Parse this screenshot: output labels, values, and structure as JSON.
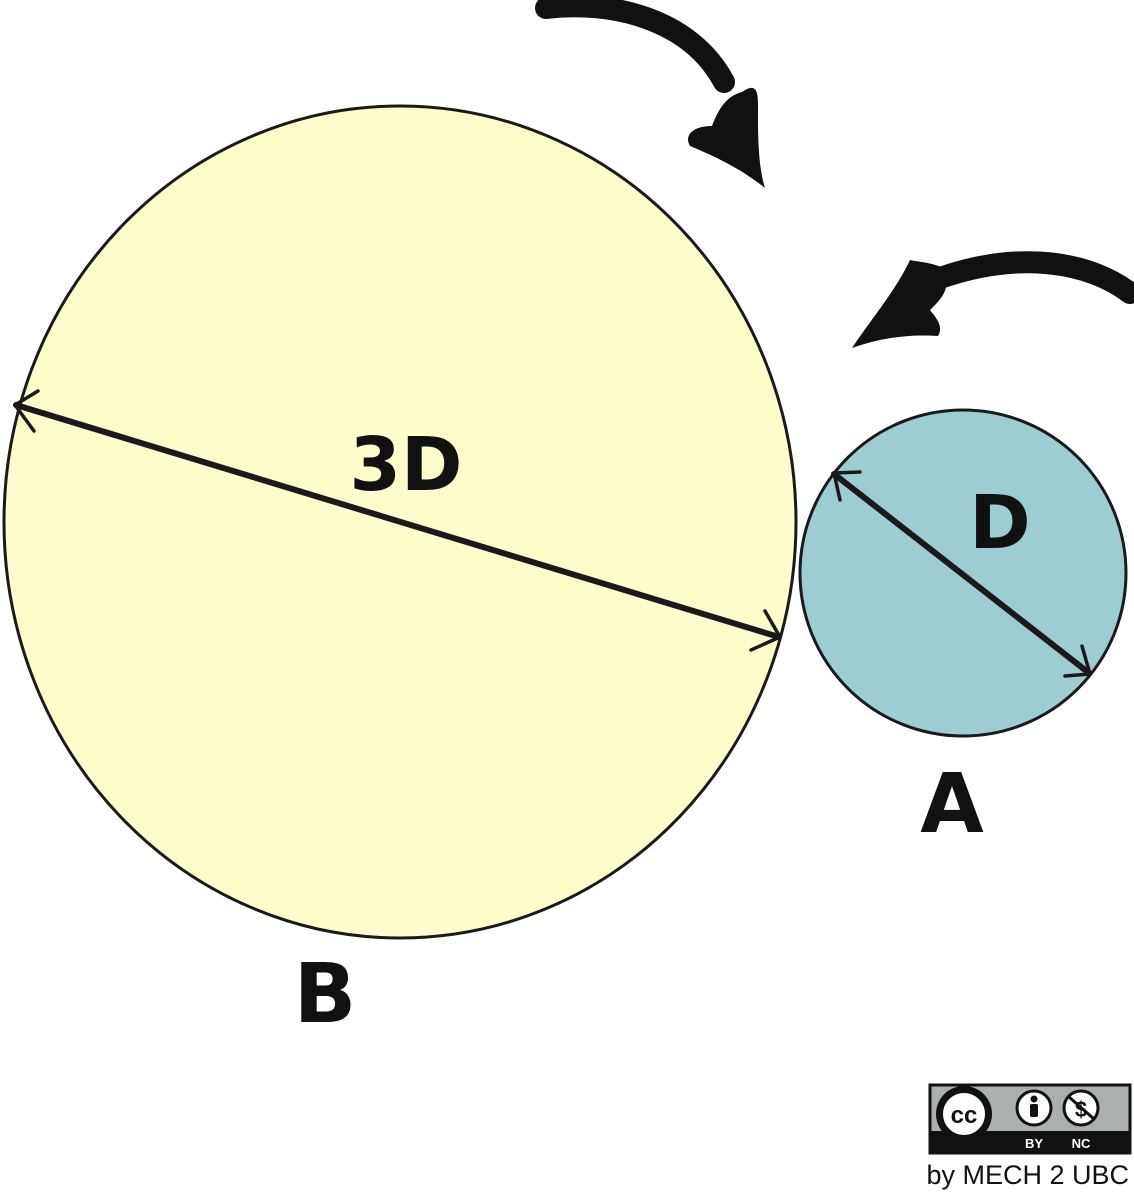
{
  "diagram": {
    "gear_b": {
      "label": "B",
      "diameter_label": "3D",
      "fill": "#fdfdcb"
    },
    "gear_a": {
      "label": "A",
      "diameter_label": "D",
      "fill": "#9dcdd0"
    },
    "rotation_arrows": [
      "clockwise-arrow-icon",
      "counterclockwise-arrow-icon"
    ],
    "stroke": "#1a1a1a"
  },
  "license": {
    "cc": "cc",
    "by": "BY",
    "nc": "NC",
    "credit": "by MECH 2 UBC"
  }
}
